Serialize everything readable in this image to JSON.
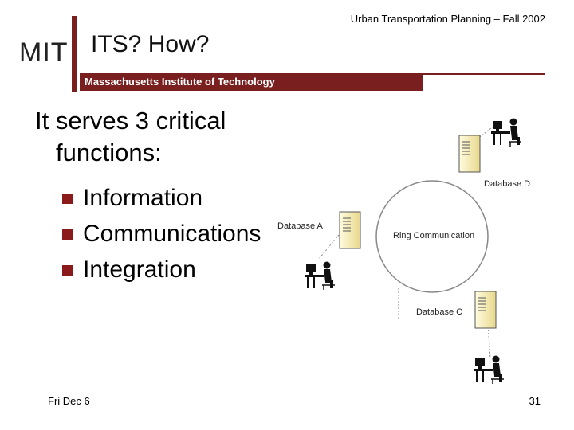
{
  "header": {
    "course": "Urban Transportation Planning – Fall 2002",
    "logo": "MIT",
    "title": "ITS? How?",
    "institute": "Massachusetts Institute of Technology"
  },
  "content": {
    "heading_lines": [
      "It serves 3 critical",
      "functions:"
    ],
    "bullets": [
      "Information",
      "Communications",
      "Integration"
    ]
  },
  "diagram": {
    "ring_label": "Ring Communication",
    "databases": [
      "Database D",
      "Database A",
      "Database C"
    ]
  },
  "footer": {
    "date": "Fri Dec 6",
    "page": "31"
  },
  "colors": {
    "accent": "#7a1f1f",
    "bullet": "#8b1a1a"
  }
}
